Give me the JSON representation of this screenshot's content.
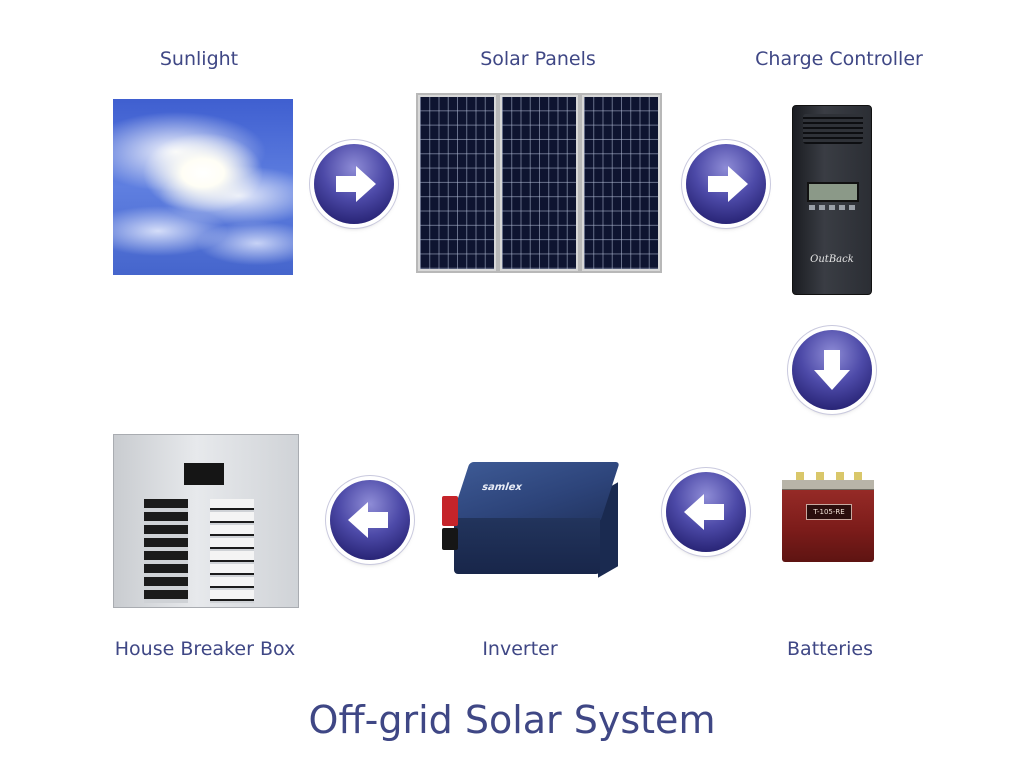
{
  "title": "Off-grid Solar System",
  "nodes": {
    "sunlight": "Sunlight",
    "solar_panels": "Solar Panels",
    "charge_controller": "Charge Controller",
    "batteries": "Batteries",
    "inverter": "Inverter",
    "breaker_box": "House Breaker Box"
  },
  "product_marks": {
    "controller_logo": "OutBack",
    "battery_tag": "T-105-RE",
    "inverter_brand": "samlex"
  },
  "flow": [
    "sunlight-to-solar-panels",
    "solar-panels-to-charge-controller",
    "charge-controller-to-batteries",
    "batteries-to-inverter",
    "inverter-to-house-breaker-box"
  ],
  "colors": {
    "text": "#3f4785",
    "arrow": "#3a3693"
  },
  "icons": {
    "right": "arrow-right-icon",
    "down": "arrow-down-icon",
    "left": "arrow-left-icon"
  }
}
